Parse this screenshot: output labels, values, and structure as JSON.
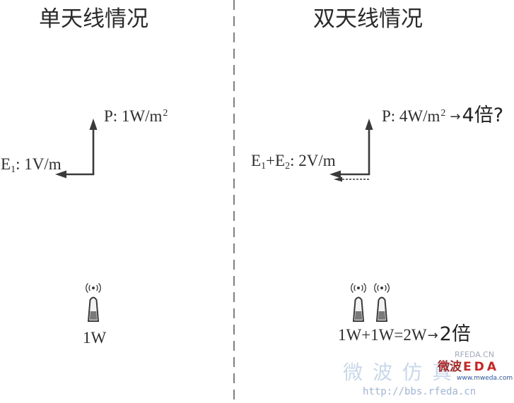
{
  "left_panel": {
    "title": "单天线情况",
    "power": {
      "prefix": "P: 1W/m",
      "sup": "2"
    },
    "field": {
      "e": "E",
      "sub1": "1",
      "rest": ": 1V/m"
    },
    "antenna_power": "1W"
  },
  "right_panel": {
    "title": "双天线情况",
    "power": {
      "prefix": "P: 4W/m",
      "sup": "2",
      "arrow": "→",
      "ratio": "4倍?"
    },
    "field": {
      "e1": "E",
      "sub1": "1",
      "plus_e2": "+E",
      "sub2": "2",
      "rest": ": 2V/m"
    },
    "antenna_power": {
      "sum": "1W+1W=2W",
      "arrow": "→",
      "ratio": "2倍"
    }
  },
  "watermark": {
    "site_tag": "RFEDA.CN",
    "forum_name": "微波仿真",
    "url": "http://bbs.rfeda.cn",
    "logo_cn": "微波",
    "logo_en": "EDA",
    "logo_url": "www.mweda.com"
  },
  "icons": {
    "vector_arrow": "arrow-icon",
    "antenna": "antenna-icon"
  },
  "colors": {
    "stroke": "#3a3a3a",
    "text": "#2e2e2e",
    "divider": "#555555",
    "watermark_blue": "#c9d8ec"
  }
}
